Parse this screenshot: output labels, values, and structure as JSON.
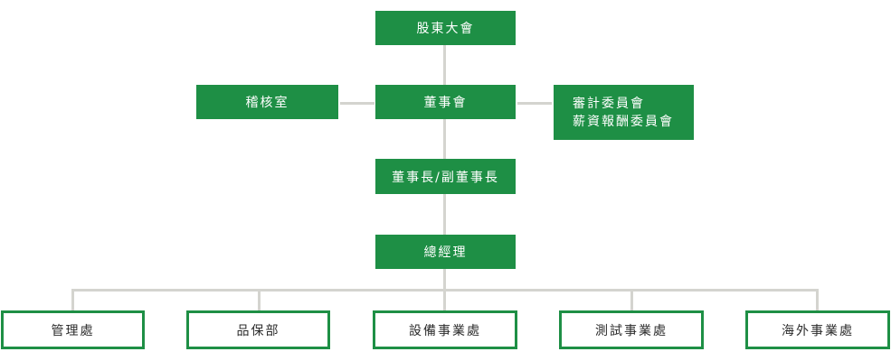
{
  "nodes": {
    "shareholders": "股東大會",
    "audit": "稽核室",
    "board": "董事會",
    "committees": [
      "審計委員會",
      "薪資報酬委員會"
    ],
    "chairman": "董事長/副董事長",
    "gm": "總經理",
    "departments": [
      "管理處",
      "品保部",
      "設備事業處",
      "測試事業處",
      "海外事業處"
    ]
  },
  "colors": {
    "box_green": "#1e8f45",
    "connector": "#d4d4cf",
    "box_text_white": "#ffffff",
    "dept_text": "#2c2c2c"
  }
}
